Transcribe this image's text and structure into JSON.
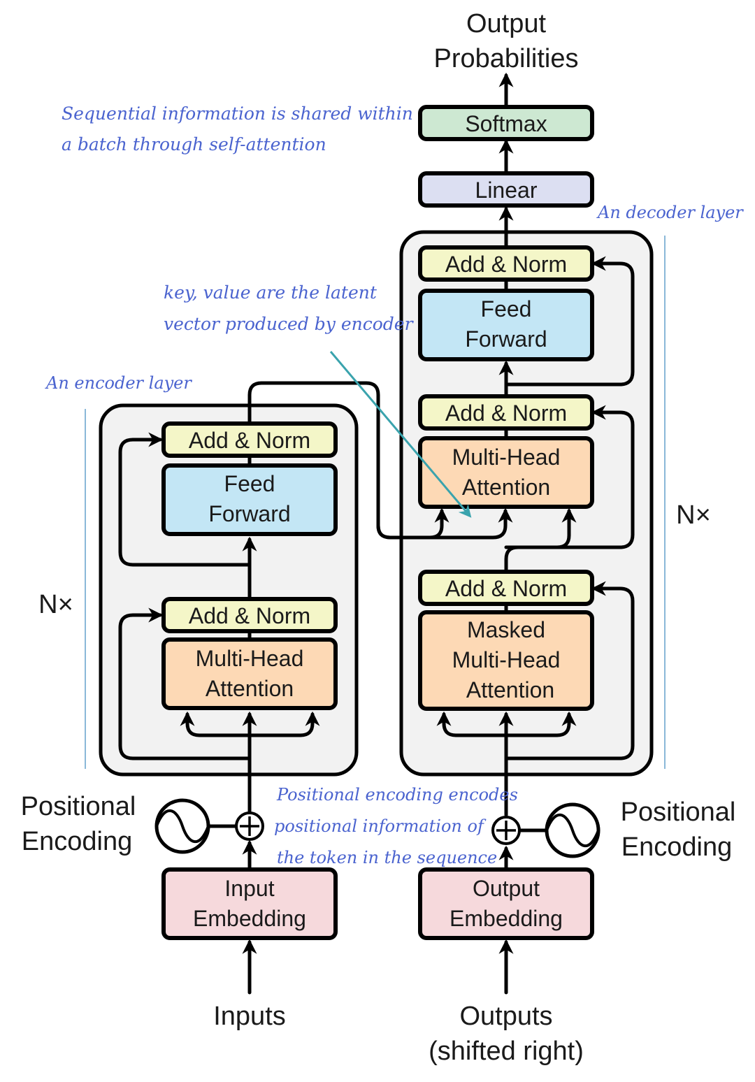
{
  "colors": {
    "add_norm": "#f4f6c8",
    "feed_forward": "#c3e6f5",
    "attention": "#fdd9b5",
    "embedding": "#f6d9dc",
    "linear": "#dcdff2",
    "softmax": "#cde8d2",
    "layer_bg": "#f2f2f2",
    "annotation": "#4a63cf",
    "key_value_arrow": "#3aa3ad",
    "layer_bracket": "#8ab8d8"
  },
  "top": {
    "output_label_line1": "Output",
    "output_label_line2": "Probabilities",
    "softmax": "Softmax",
    "linear": "Linear"
  },
  "encoder": {
    "repeat_label": "N×",
    "add_norm_top": "Add & Norm",
    "feed_forward_line1": "Feed",
    "feed_forward_line2": "Forward",
    "add_norm_bottom": "Add & Norm",
    "attention_line1": "Multi-Head",
    "attention_line2": "Attention",
    "positional_line1": "Positional",
    "positional_line2": "Encoding",
    "embedding_line1": "Input",
    "embedding_line2": "Embedding",
    "input_label": "Inputs"
  },
  "decoder": {
    "repeat_label": "N×",
    "add_norm_top": "Add & Norm",
    "feed_forward_line1": "Feed",
    "feed_forward_line2": "Forward",
    "add_norm_mid": "Add & Norm",
    "cross_attention_line1": "Multi-Head",
    "cross_attention_line2": "Attention",
    "add_norm_bottom": "Add & Norm",
    "masked_attention_line1": "Masked",
    "masked_attention_line2": "Multi-Head",
    "masked_attention_line3": "Attention",
    "positional_line1": "Positional",
    "positional_line2": "Encoding",
    "embedding_line1": "Output",
    "embedding_line2": "Embedding",
    "output_label_line1": "Outputs",
    "output_label_line2": "(shifted right)"
  },
  "annotations": {
    "self_attention_line1": "Sequential information is shared within",
    "self_attention_line2": "a batch through self-attention",
    "decoder_layer": "An decoder layer",
    "key_value_line1": "key, value are the latent",
    "key_value_line2": "vector produced by encoder",
    "encoder_layer": "An encoder layer",
    "positional_line1": "Positional encoding encodes",
    "positional_line2": "positional information of",
    "positional_line3": "the token in the sequence"
  }
}
